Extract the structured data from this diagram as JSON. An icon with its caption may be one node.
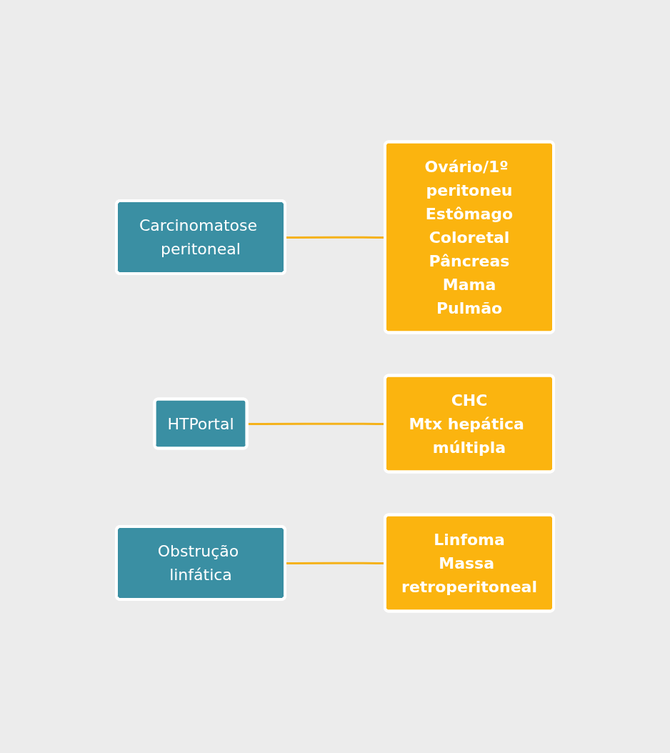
{
  "diagram": {
    "nodes": [
      {
        "text": [
          "Carcinomatose peritoneal"
        ]
      },
      {
        "text": [
          "Ovário/1º peritoneu",
          "Estômago",
          "Coloretal",
          "Pâncreas",
          "Mama",
          "Pulmão"
        ]
      },
      {
        "text": [
          "HTPortal"
        ]
      },
      {
        "text": [
          "CHC",
          "Mtx hepática múltipla"
        ]
      },
      {
        "text": [
          "Obstrução linfática"
        ]
      },
      {
        "text": [
          "Linfoma",
          "Massa retroperitoneal"
        ]
      }
    ],
    "edges": [
      {
        "from": 0,
        "to": 1,
        "arrow": "none"
      },
      {
        "from": 2,
        "to": 3,
        "arrow": "none"
      },
      {
        "from": 4,
        "to": 5,
        "arrow": "none"
      }
    ]
  }
}
